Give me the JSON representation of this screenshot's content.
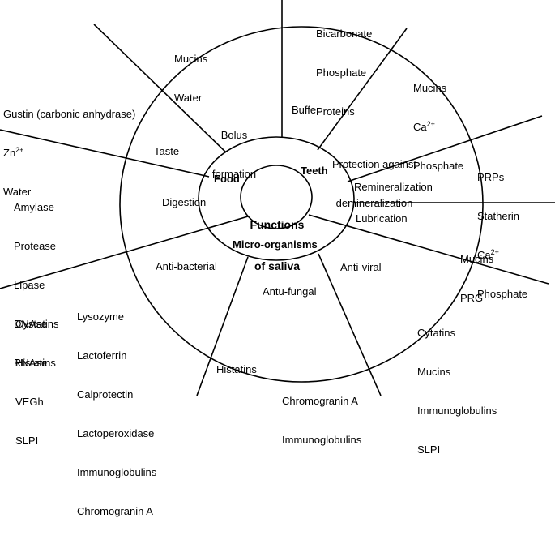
{
  "center": {
    "line1": "Functions",
    "line2": "of saliva"
  },
  "domains": {
    "food": "Food",
    "teeth": "Teeth",
    "microorganisms": "Micro-organisms"
  },
  "functions": {
    "bolus_line1": "Bolus",
    "bolus_line2": "formation",
    "buffer": "Buffer",
    "taste": "Taste",
    "protection_line1": "Protection against",
    "protection_line2": "demineralization",
    "digestion": "Digestion",
    "remineralization": "Remineralization",
    "lubrication": "Lubrication",
    "antibacterial": "Anti-bacterial",
    "antiviral": "Anti-viral",
    "antifungal": "Antu-fungal"
  },
  "components": {
    "bolus": [
      "Mucins",
      "Water"
    ],
    "buffer": [
      "Bicarbonate",
      "Phosphate",
      "Proteins"
    ],
    "protection": {
      "l1": "Mucins",
      "ca": "Ca",
      "ca_sup": "2+",
      "l3": "Phosphate"
    },
    "taste": {
      "l1": "Gustin (carbonic anhydrase)",
      "zn": "Zn",
      "zn_sup": "2+",
      "l3": "Water"
    },
    "remineralization": {
      "l1": "PRPs",
      "l2": "Statherin",
      "ca": "Ca",
      "ca_sup": "2+",
      "l4": "Phosphate"
    },
    "digestion": [
      "Amylase",
      "Protease",
      "Lipase",
      "DNAse",
      "RNAse"
    ],
    "lubrication": [
      "Mucins",
      "PRG"
    ],
    "antibacterial_outer": [
      "Cystatins",
      "Histatins",
      "VEGh",
      "SLPI"
    ],
    "antibacterial_inner": [
      "Lysozyme",
      "Lactoferrin",
      "Calprotectin",
      "Lactoperoxidase",
      "Immunoglobulins",
      "Chromogranin A"
    ],
    "antiviral": [
      "Cytatins",
      "Mucins",
      "Immunoglobulins",
      "SLPI"
    ],
    "antifungal_histatins": "Histatins",
    "antifungal_bottom": [
      "Chromogranin A",
      "Immunoglobulins"
    ]
  },
  "colors": {
    "line": "#000000",
    "background": "#ffffff"
  }
}
